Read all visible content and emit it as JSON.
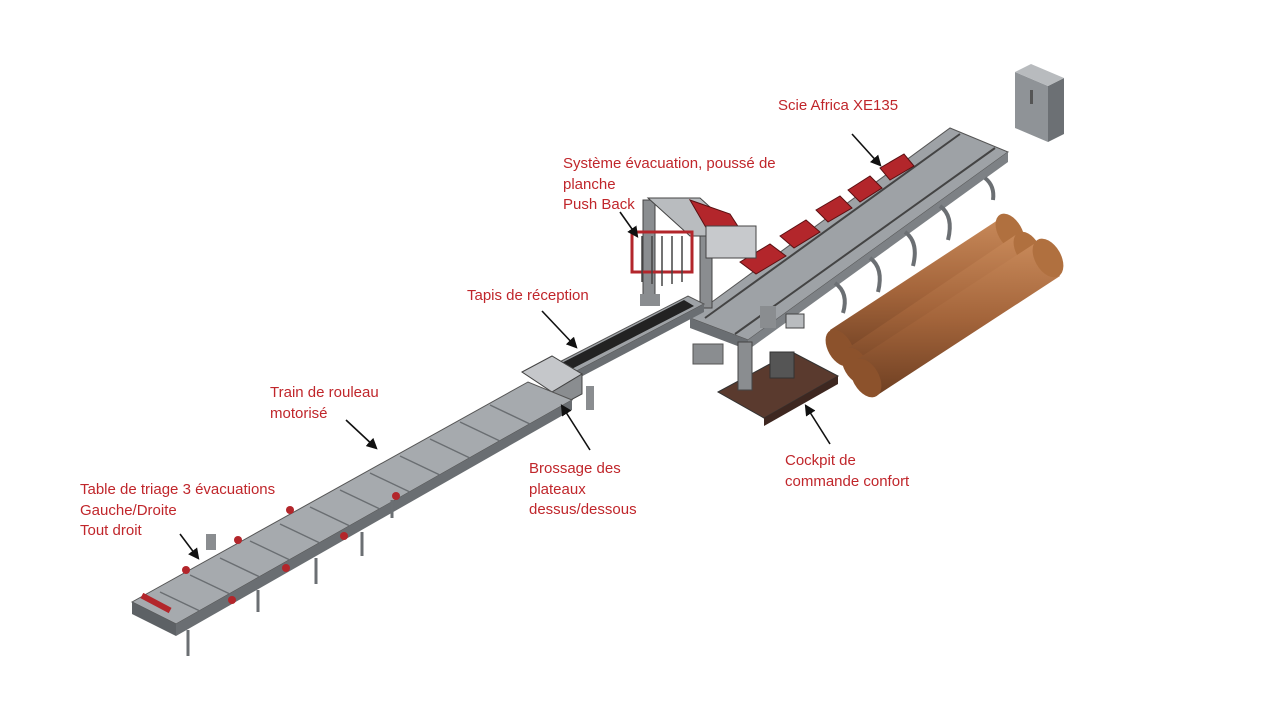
{
  "labels": {
    "scie": "Scie Africa XE135",
    "pushback": [
      "Système évacuation, poussé de",
      "planche",
      "Push Back"
    ],
    "tapis": "Tapis de réception",
    "train": [
      "Train de rouleau",
      "motorisé"
    ],
    "brossage": [
      "Brossage des",
      "plateaux",
      "dessus/dessous"
    ],
    "cockpit": [
      "Cockpit de",
      "commande confort"
    ],
    "triage": [
      "Table de triage 3 évacuations",
      "Gauche/Droite",
      "Tout droit"
    ]
  },
  "colors": {
    "label_text": "#c0262b",
    "machine_red": "#b3262b",
    "frame_gray": "#8a8d90",
    "log_brown": "#a0623a",
    "belt_dark": "#222222",
    "platform_brown": "#5a3a2e"
  }
}
